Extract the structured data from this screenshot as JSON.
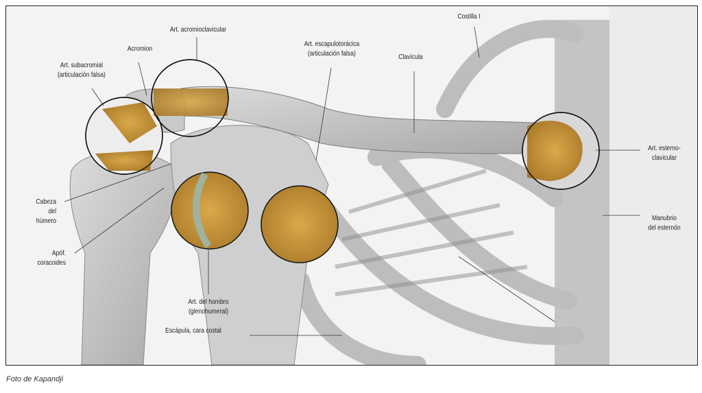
{
  "labels": {
    "costilla": "Costilla I",
    "acromioclavicular": "Art. acromioclavicular",
    "acromion": "Acromion",
    "subacromial_1": "Art. subacromial",
    "subacromial_2": "(articulación falsa)",
    "escapulotoracica_1": "Art. escapulotorácica",
    "escapulotoracica_2": "(articulación falsa)",
    "clavicula": "Clavícula",
    "esternoclavicular_1": "Art. esterno-",
    "esternoclavicular_2": "clavicular",
    "manubrio_1": "Manubrio",
    "manubrio_2": "del esternón",
    "cabeza_1": "Cabeza",
    "cabeza_2": "del",
    "cabeza_3": "húmero",
    "coracoides_1": "Apóf.",
    "coracoides_2": "coracoides",
    "glenohumeral_1": "Art. del hombro",
    "glenohumeral_2": "(glenohumeral)",
    "escapula": "Escápula, cara costal"
  },
  "caption": "Foto de Kapandji",
  "colors": {
    "bone": "#c9c9c9",
    "cartilage": "#c8973a",
    "frame": "#222222"
  }
}
